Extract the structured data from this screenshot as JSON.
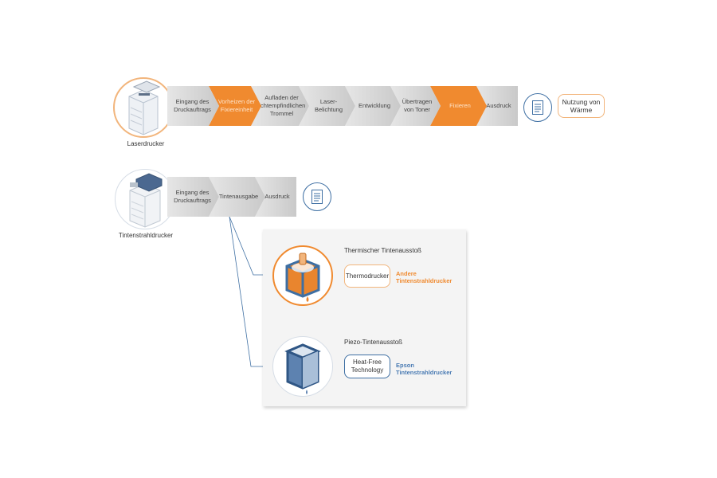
{
  "colors": {
    "accent": "#f08a2f",
    "blue": "#3e6fa3",
    "chevron": "#d0d0d0"
  },
  "laser": {
    "label": "Laserdrucker",
    "icon": "laser-printer-icon",
    "steps": [
      {
        "label": "Eingang des Druckauftrags",
        "highlight": false
      },
      {
        "label": "Vorheizen der Fixiereinheit",
        "highlight": true
      },
      {
        "label": "Aufladen der lichtempfindlichen Trommel",
        "highlight": false
      },
      {
        "label": "Laser-Belichtung",
        "highlight": false
      },
      {
        "label": "Entwicklung",
        "highlight": false
      },
      {
        "label": "Übertragen von Toner",
        "highlight": false
      },
      {
        "label": "Fixieren",
        "highlight": true
      },
      {
        "label": "Ausdruck",
        "highlight": false
      }
    ],
    "output_icon": "document-icon",
    "note": "Nutzung von Wärme"
  },
  "inkjet": {
    "label": "Tintenstrahldrucker",
    "icon": "inkjet-printer-icon",
    "steps": [
      {
        "label": "Eingang des Druckauftrags"
      },
      {
        "label": "Tintenausgabe"
      },
      {
        "label": "Ausdruck"
      }
    ],
    "output_icon": "document-icon"
  },
  "detail": {
    "thermal": {
      "title": "Thermischer Tintenausstoß",
      "box": "Thermodrucker",
      "desc": "Andere Tintenstrahldrucker"
    },
    "piezo": {
      "title": "Piezo-Tintenausstoß",
      "box": "Heat-Free Technology",
      "desc": "Epson Tintenstrahldrucker"
    }
  }
}
